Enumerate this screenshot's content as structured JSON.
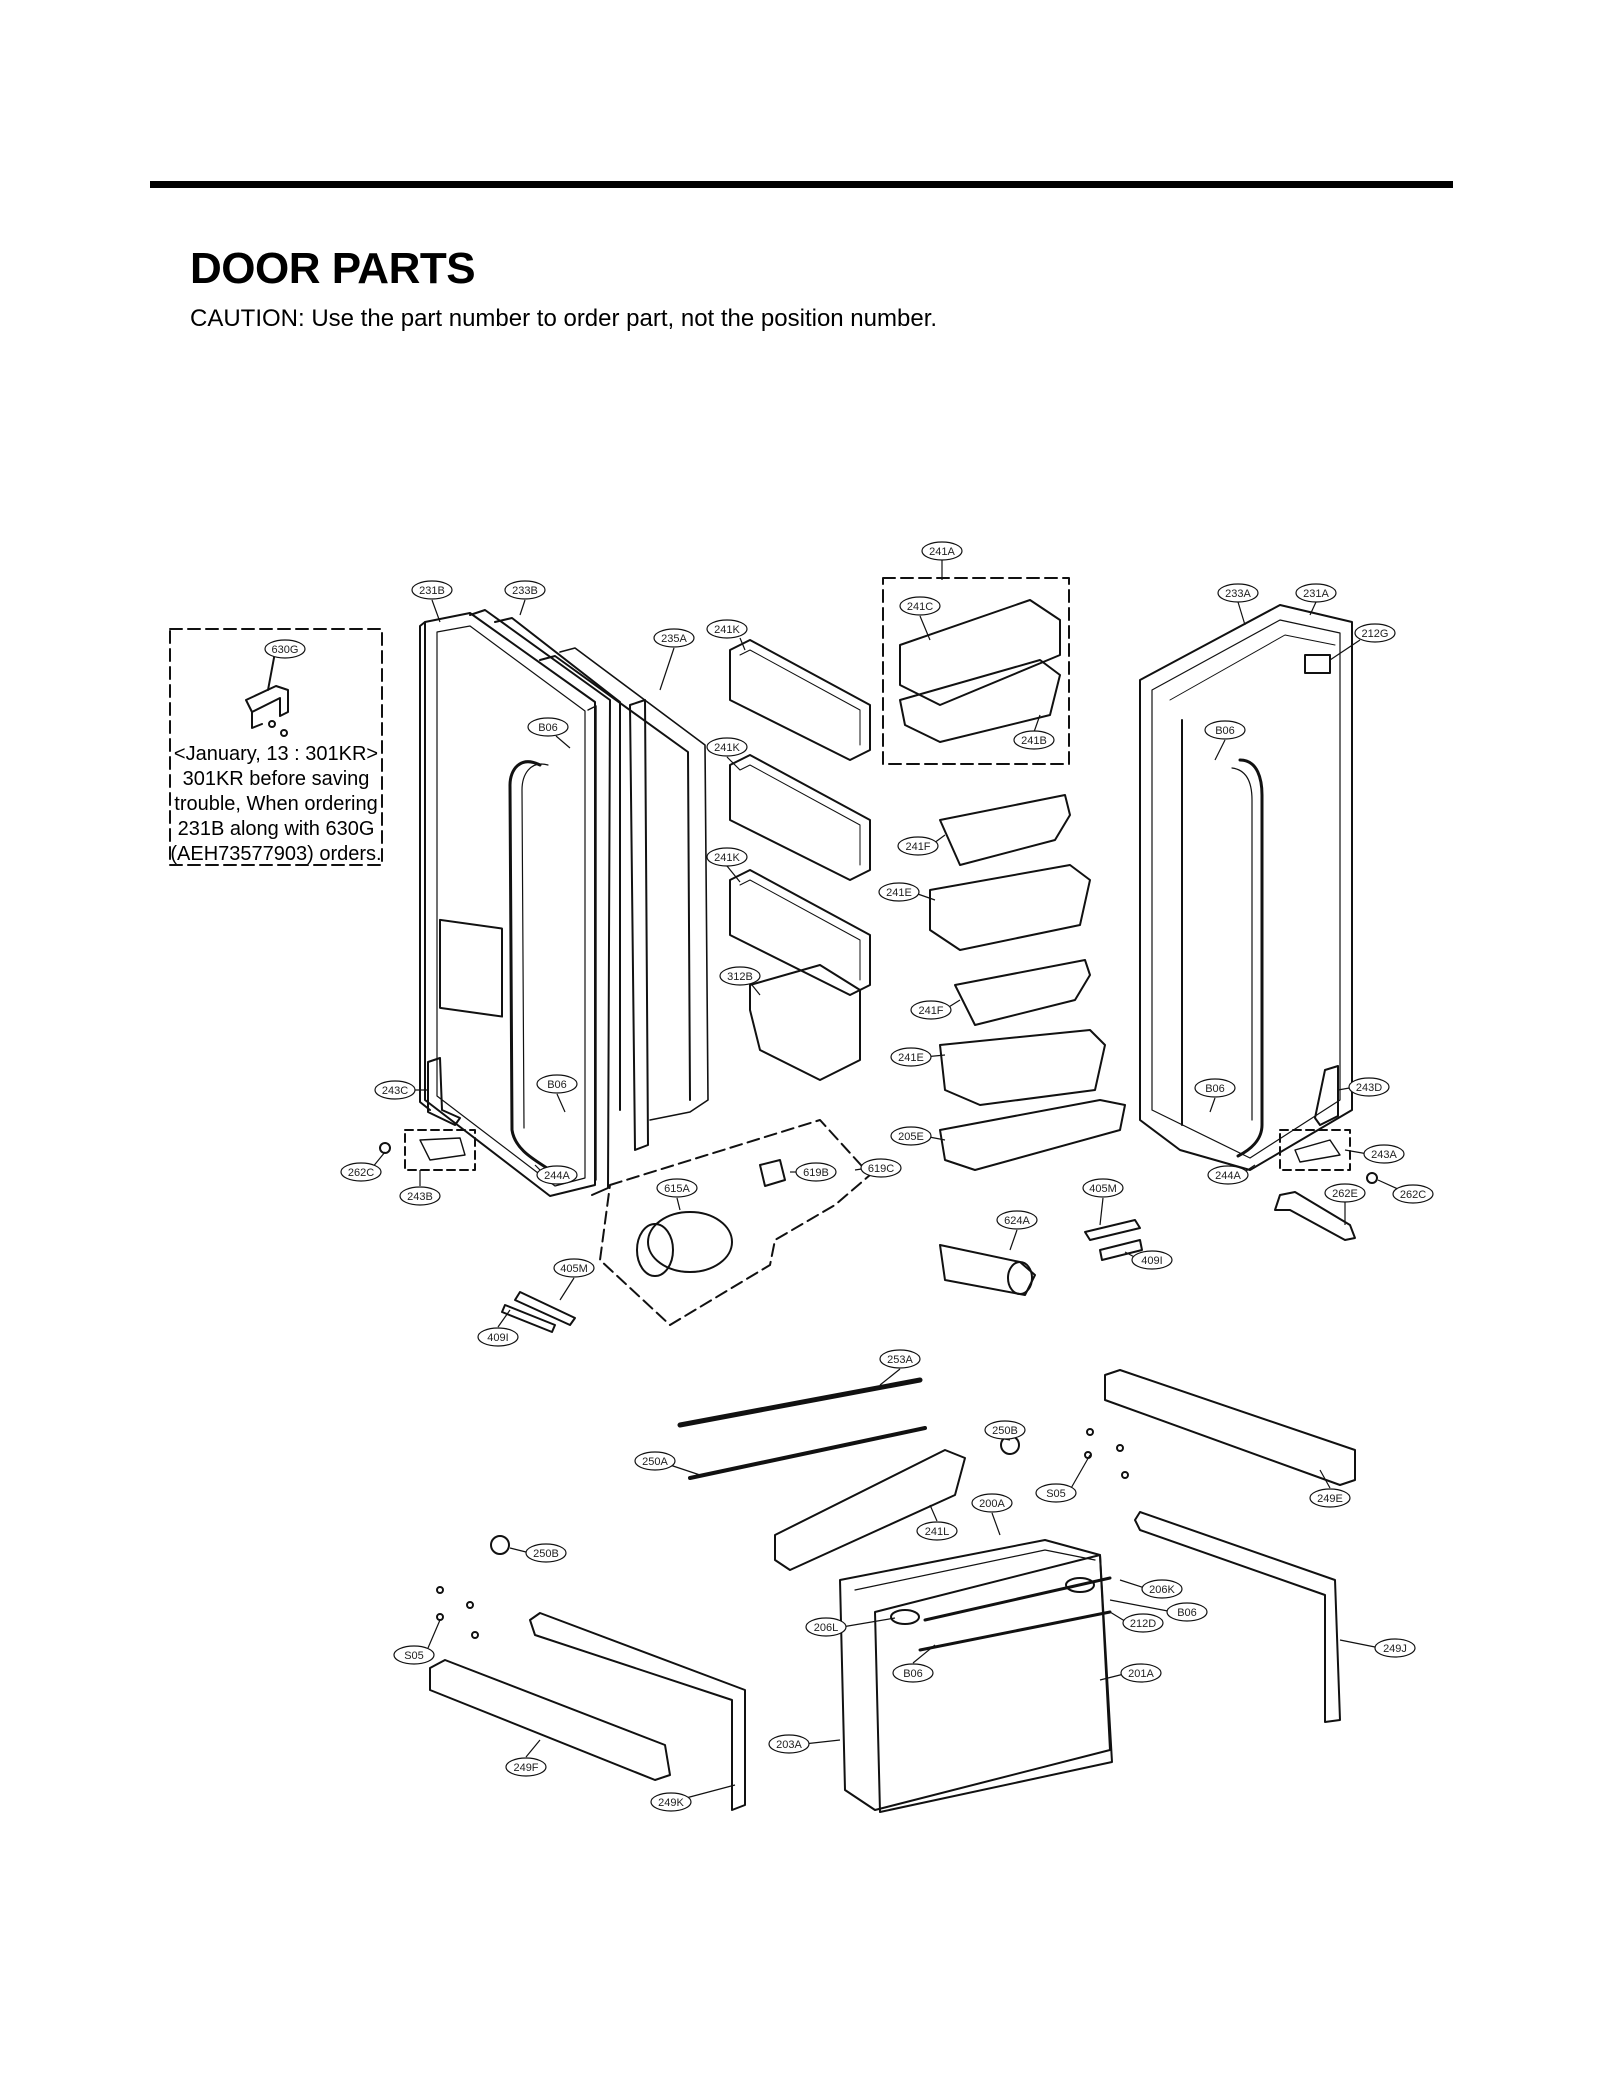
{
  "header": {
    "title": "DOOR PARTS",
    "caution": "CAUTION: Use the part number to order part, not the position number."
  },
  "note": {
    "callout": "630G",
    "lines": [
      "<January, 13 : 301KR>",
      "301KR before saving",
      "trouble, When ordering",
      "231B along with 630G",
      "(AEH73577903) orders."
    ]
  },
  "labels": [
    {
      "id": "241A"
    },
    {
      "id": "231B"
    },
    {
      "id": "233B"
    },
    {
      "id": "241K"
    },
    {
      "id": "235A"
    },
    {
      "id": "241C"
    },
    {
      "id": "233A"
    },
    {
      "id": "231A"
    },
    {
      "id": "212G"
    },
    {
      "id": "241B"
    },
    {
      "id": "B06"
    },
    {
      "id": "241K"
    },
    {
      "id": "B06"
    },
    {
      "id": "241F"
    },
    {
      "id": "241K"
    },
    {
      "id": "241E"
    },
    {
      "id": "312B"
    },
    {
      "id": "241F"
    },
    {
      "id": "241E"
    },
    {
      "id": "243C"
    },
    {
      "id": "B06"
    },
    {
      "id": "B06"
    },
    {
      "id": "243D"
    },
    {
      "id": "205E"
    },
    {
      "id": "243A"
    },
    {
      "id": "262C"
    },
    {
      "id": "244A"
    },
    {
      "id": "619B"
    },
    {
      "id": "619C"
    },
    {
      "id": "244A"
    },
    {
      "id": "262E"
    },
    {
      "id": "262C"
    },
    {
      "id": "243B"
    },
    {
      "id": "615A"
    },
    {
      "id": "405M"
    },
    {
      "id": "624A"
    },
    {
      "id": "409I"
    },
    {
      "id": "405M"
    },
    {
      "id": "409I"
    },
    {
      "id": "253A"
    },
    {
      "id": "250B"
    },
    {
      "id": "250A"
    },
    {
      "id": "S05"
    },
    {
      "id": "249E"
    },
    {
      "id": "200A"
    },
    {
      "id": "241L"
    },
    {
      "id": "250B"
    },
    {
      "id": "206K"
    },
    {
      "id": "B06"
    },
    {
      "id": "206L"
    },
    {
      "id": "212D"
    },
    {
      "id": "S05"
    },
    {
      "id": "249J"
    },
    {
      "id": "B06"
    },
    {
      "id": "201A"
    },
    {
      "id": "203A"
    },
    {
      "id": "249F"
    },
    {
      "id": "249K"
    }
  ]
}
